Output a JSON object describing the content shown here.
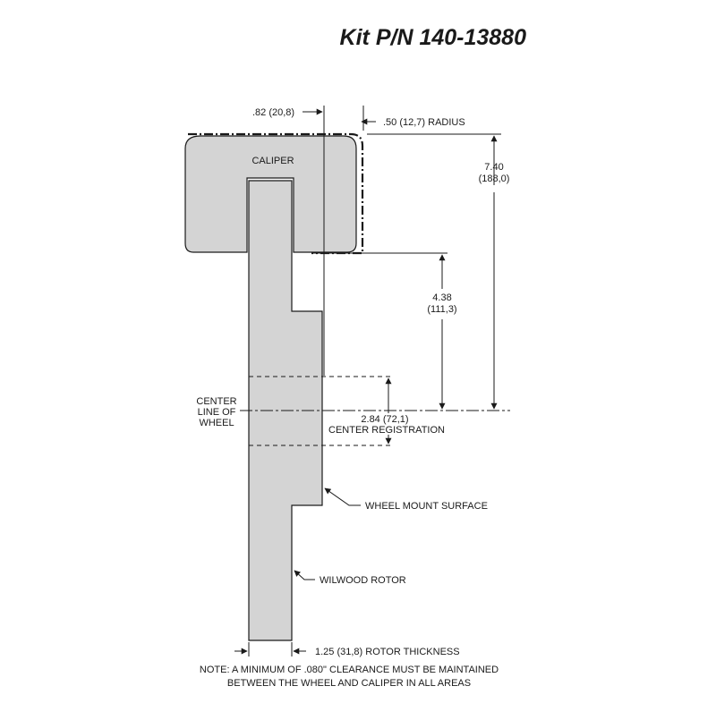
{
  "title": "Kit P/N 140-13880",
  "labels": {
    "caliper": "CALIPER",
    "center_line_1": "CENTER",
    "center_line_2": "LINE OF",
    "center_line_3": "WHEEL",
    "center_registration": "CENTER REGISTRATION",
    "wheel_mount_surface": "WHEEL MOUNT SURFACE",
    "wilwood_rotor": "WILWOOD ROTOR"
  },
  "dimensions": {
    "caliper_offset": ".82 (20,8)",
    "radius": ".50 (12,7) RADIUS",
    "overall_height_in": "7.40",
    "overall_height_mm": "(188,0)",
    "caliper_clear_in": "4.38",
    "caliper_clear_mm": "(111,3)",
    "center_reg": "2.84 (72,1)",
    "rotor_thickness": "1.25 (31,8) ROTOR THICKNESS"
  },
  "note": {
    "line1": "NOTE: A MINIMUM OF .080\" CLEARANCE MUST BE MAINTAINED",
    "line2": "BETWEEN THE WHEEL AND CALIPER IN ALL AREAS"
  },
  "colors": {
    "part_fill": "#d4d4d4",
    "line": "#1a1a1a",
    "background": "#ffffff"
  }
}
